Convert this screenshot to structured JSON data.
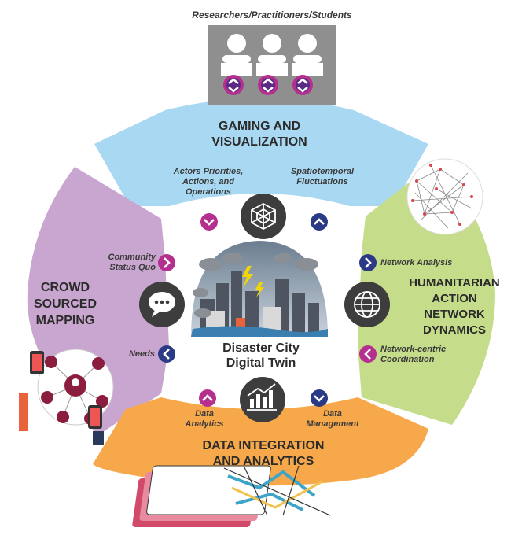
{
  "header": {
    "audience": "Researchers/Practitioners/Students"
  },
  "sectors": {
    "top": {
      "title_line1": "GAMING AND",
      "title_line2": "VISUALIZATION",
      "color": "#a9d8f2"
    },
    "right": {
      "title_line1": "HUMANITARIAN",
      "title_line2": "ACTION",
      "title_line3": "NETWORK",
      "title_line4": "DYNAMICS",
      "color": "#c5dc8a"
    },
    "bottom": {
      "title_line1": "DATA INTEGRATION",
      "title_line2": "AND ANALYTICS",
      "color": "#f7a84a"
    },
    "left": {
      "title_line1": "CROWD",
      "title_line2": "SOURCED",
      "title_line3": "MAPPING",
      "color": "#c9a6cf"
    }
  },
  "center": {
    "title_line1": "Disaster City",
    "title_line2": "Digital Twin"
  },
  "flows": {
    "actors_line1": "Actors Priorities,",
    "actors_line2": "Actions, and",
    "actors_line3": "Operations",
    "spatio_line1": "Spatiotemporal",
    "spatio_line2": "Fluctuations",
    "community_line1": "Community",
    "community_line2": "Status Quo",
    "needs": "Needs",
    "network_analysis": "Network Analysis",
    "netcentric_line1": "Network-centric",
    "netcentric_line2": "Coordination",
    "data_analytics_line1": "Data",
    "data_analytics_line2": "Analytics",
    "data_management_line1": "Data",
    "data_management_line2": "Management"
  },
  "icons": {
    "top_hub": "radar-cube-icon",
    "left_hub": "chat-bubble-icon",
    "right_hub": "globe-network-icon",
    "bottom_hub": "bar-chart-icon",
    "users": "user-at-laptop-icon",
    "arrows": "chevron-icon"
  },
  "colors": {
    "arrow_purple": "#b42f8e",
    "arrow_navy": "#2a3a86",
    "hub": "#3d3d3d"
  }
}
